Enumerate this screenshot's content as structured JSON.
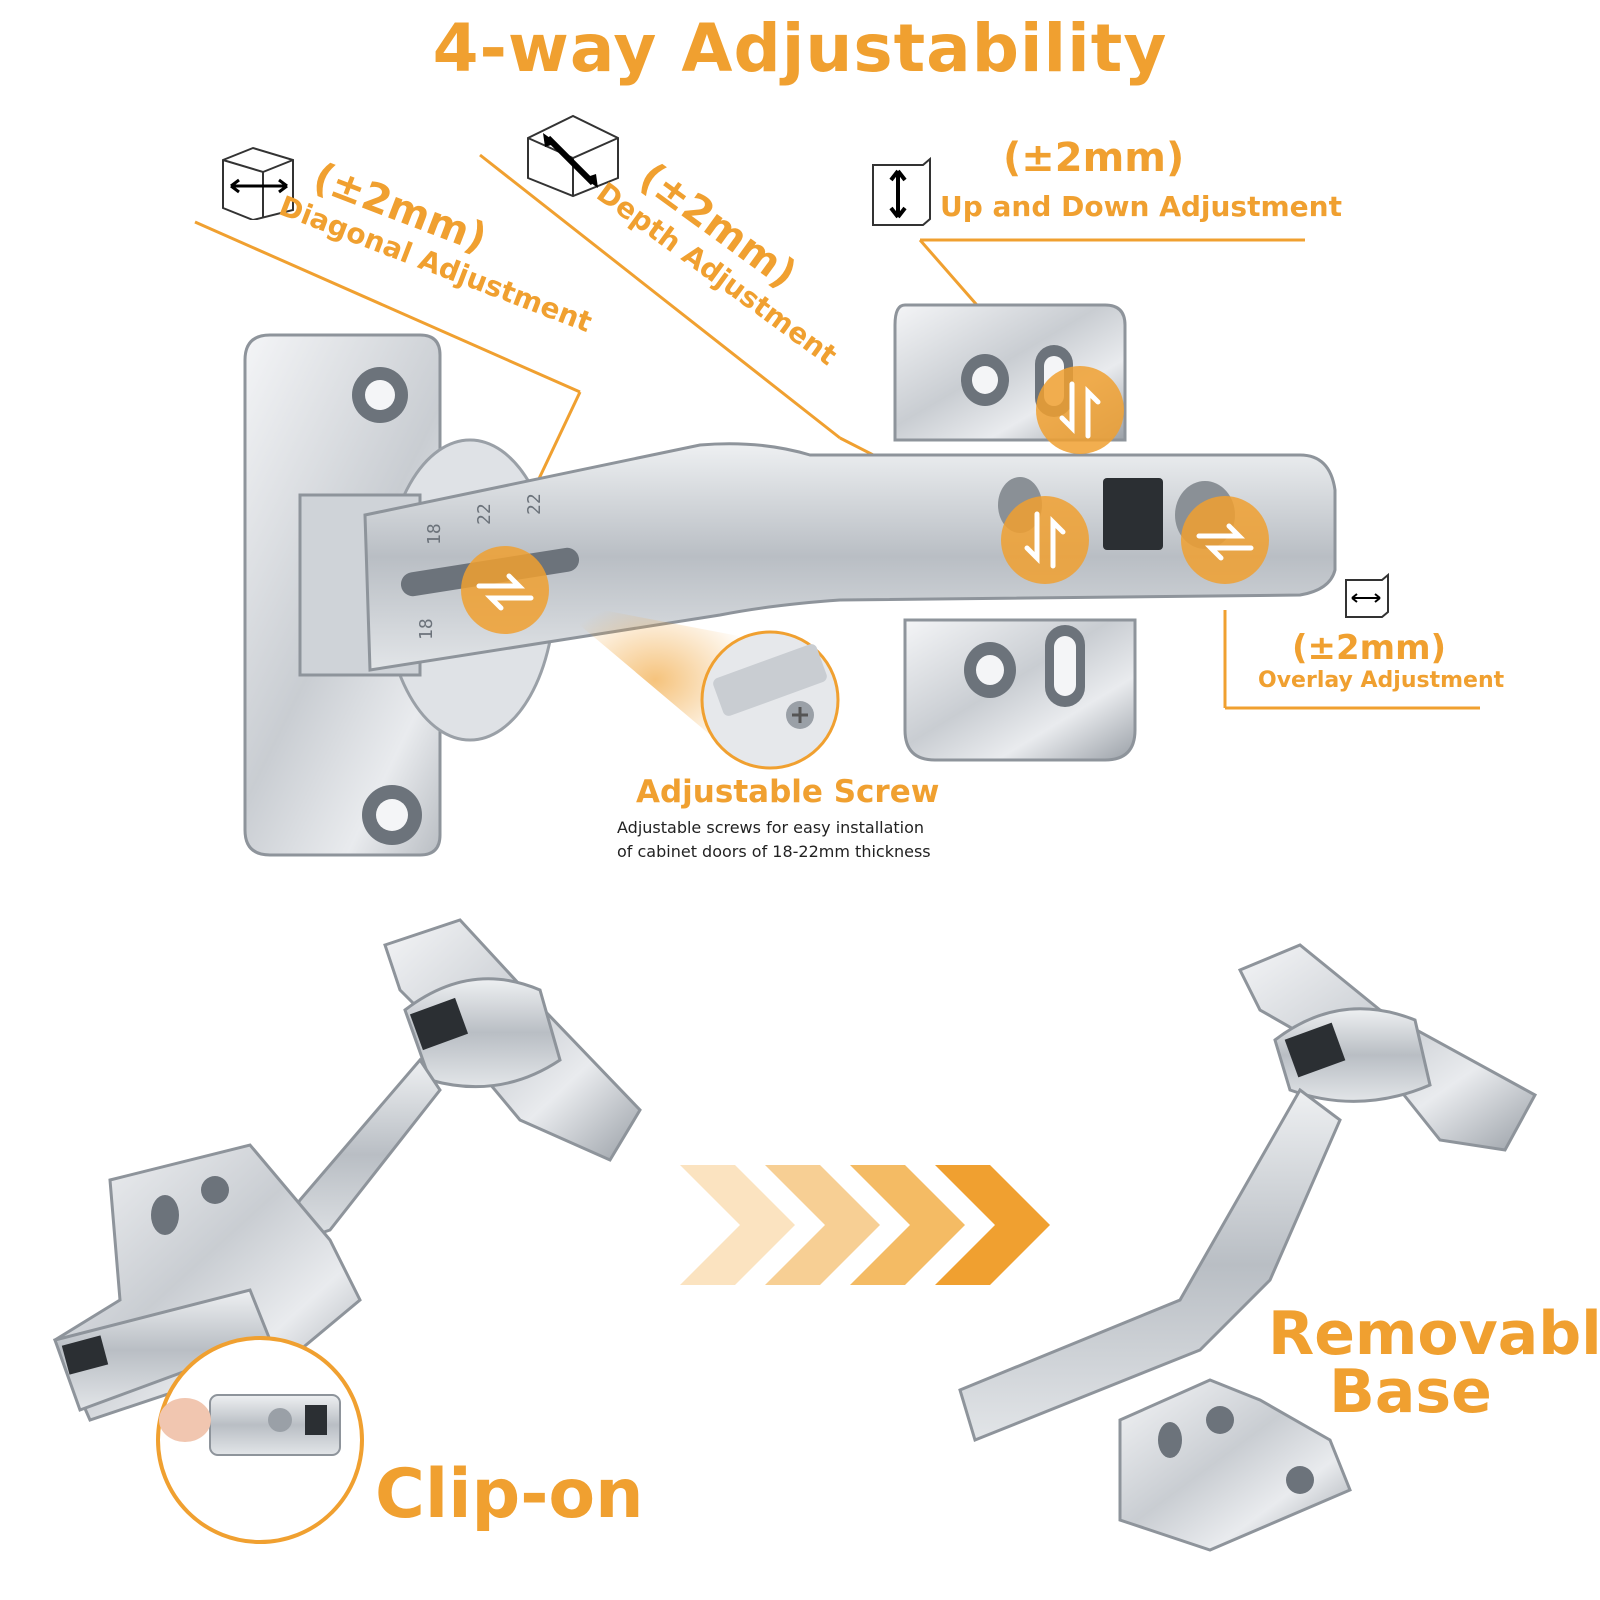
{
  "title": "4-way Adjustability",
  "diagonal": {
    "range": "(±2mm)",
    "label": "Diagonal Adjustment",
    "icon": "horizontal-arrow-cube-icon"
  },
  "depth": {
    "range": "(±2mm)",
    "label": "Depth Adjustment",
    "icon": "depth-arrow-cube-icon"
  },
  "updown": {
    "range": "(±2mm)",
    "label": "Up and Down Adjustment",
    "icon": "vertical-arrow-cube-icon"
  },
  "overlay": {
    "range": "(±2mm)",
    "label": "Overlay Adjustment",
    "icon": "horizontal-arrow-cube-icon"
  },
  "screw": {
    "title": "Adjustable Screw",
    "line1": "Adjustable screws for easy installation",
    "line2": "of cabinet doors of 18-22mm thickness"
  },
  "scale_marks": [
    "18",
    "22",
    "18",
    "22"
  ],
  "clip_on": "Clip-on",
  "removable": {
    "line1": "Removable",
    "line2": "Base"
  },
  "colors": {
    "accent": "#f0a030",
    "metal": "#c9cdd2",
    "metal_dark": "#8e949b",
    "text": "#222222"
  }
}
